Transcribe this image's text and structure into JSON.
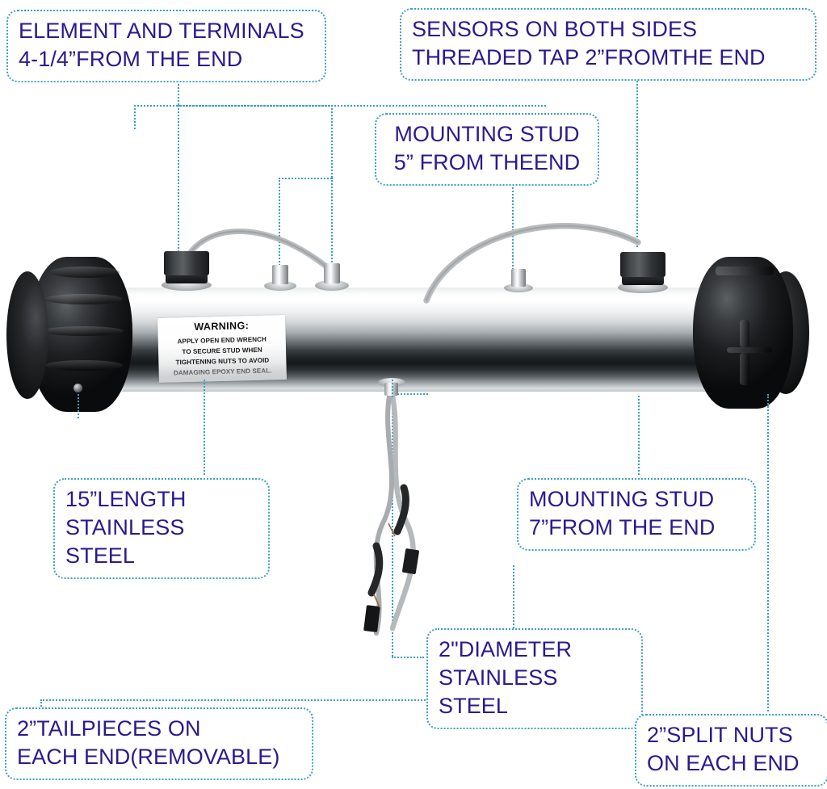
{
  "diagram": {
    "title": "Spa Heater Assembly Annotated Diagram",
    "accent_line_color": "#3a9fc4",
    "callout_text_color": "#2a1a8c"
  },
  "callouts": [
    {
      "id": "element-terminals",
      "name": "callout-element-terminals",
      "text": "ELEMENT AND TERMINALS\n4-1/4”FROM THE END"
    },
    {
      "id": "sensors-both-sides",
      "name": "callout-sensors-both-sides",
      "text": "SENSORS ON BOTH SIDES\nTHREADED TAP 2”FROMTHE END"
    },
    {
      "id": "mounting-stud-5",
      "name": "callout-mounting-stud-5in",
      "text": "MOUNTING STUD\n5” FROM THEEND"
    },
    {
      "id": "length-15",
      "name": "callout-15in-length",
      "text": "15”LENGTH\nSTAINLESS STEEL"
    },
    {
      "id": "mounting-stud-7",
      "name": "callout-mounting-stud-7in",
      "text": "MOUNTING STUD\n7”FROM THE END"
    },
    {
      "id": "diameter-2",
      "name": "callout-2in-diameter",
      "text": "2\"DIAMETER\nSTAINLESS STEEL"
    },
    {
      "id": "tailpieces",
      "name": "callout-2in-tailpieces",
      "text": "2”TAILPIECES ON\nEACH END(REMOVABLE)"
    },
    {
      "id": "split-nuts",
      "name": "callout-2in-split-nuts",
      "text": "2”SPLIT NUTS\nON EACH END"
    }
  ],
  "warning_label": {
    "title": "WARNING:",
    "body": "APPLY OPEN END WRENCH\nTO SECURE STUD WHEN\nTIGHTENING NUTS TO AVOID\nDAMAGING EPOXY END SEAL."
  }
}
